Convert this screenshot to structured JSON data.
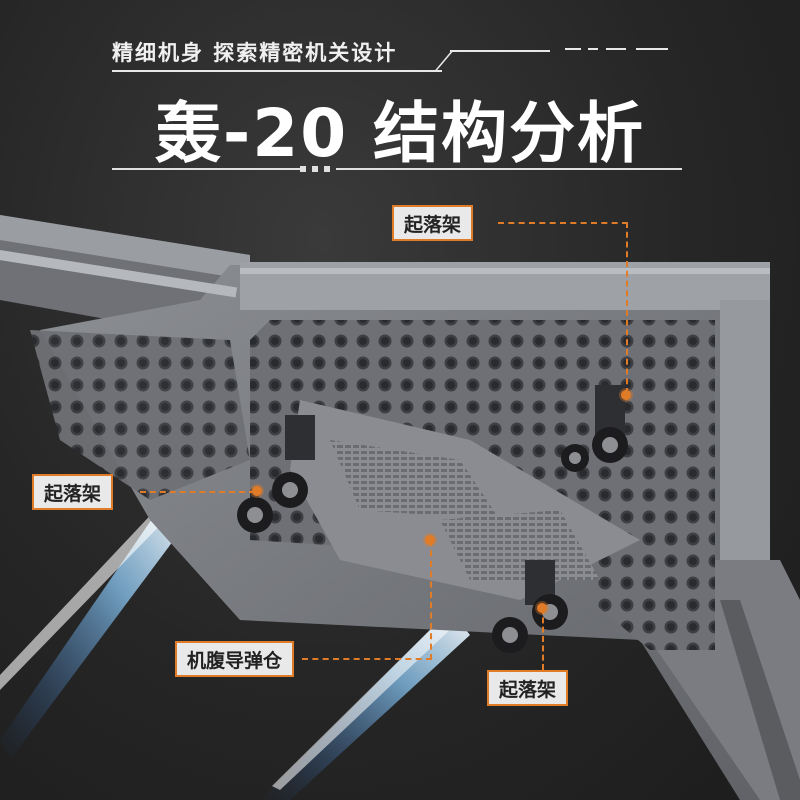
{
  "header": {
    "subtitle": "精细机身  探索精密机关设计",
    "title": "轰-20 结构分析"
  },
  "callouts": {
    "landing_gear_top": "起落架",
    "landing_gear_left": "起落架",
    "weapons_bay": "机腹导弹仓",
    "landing_gear_bottom": "起落架"
  },
  "colors": {
    "accent": "#e07b28",
    "background": "#262626",
    "label_bg": "#e9e9e9",
    "hull": "#7d7f84"
  }
}
